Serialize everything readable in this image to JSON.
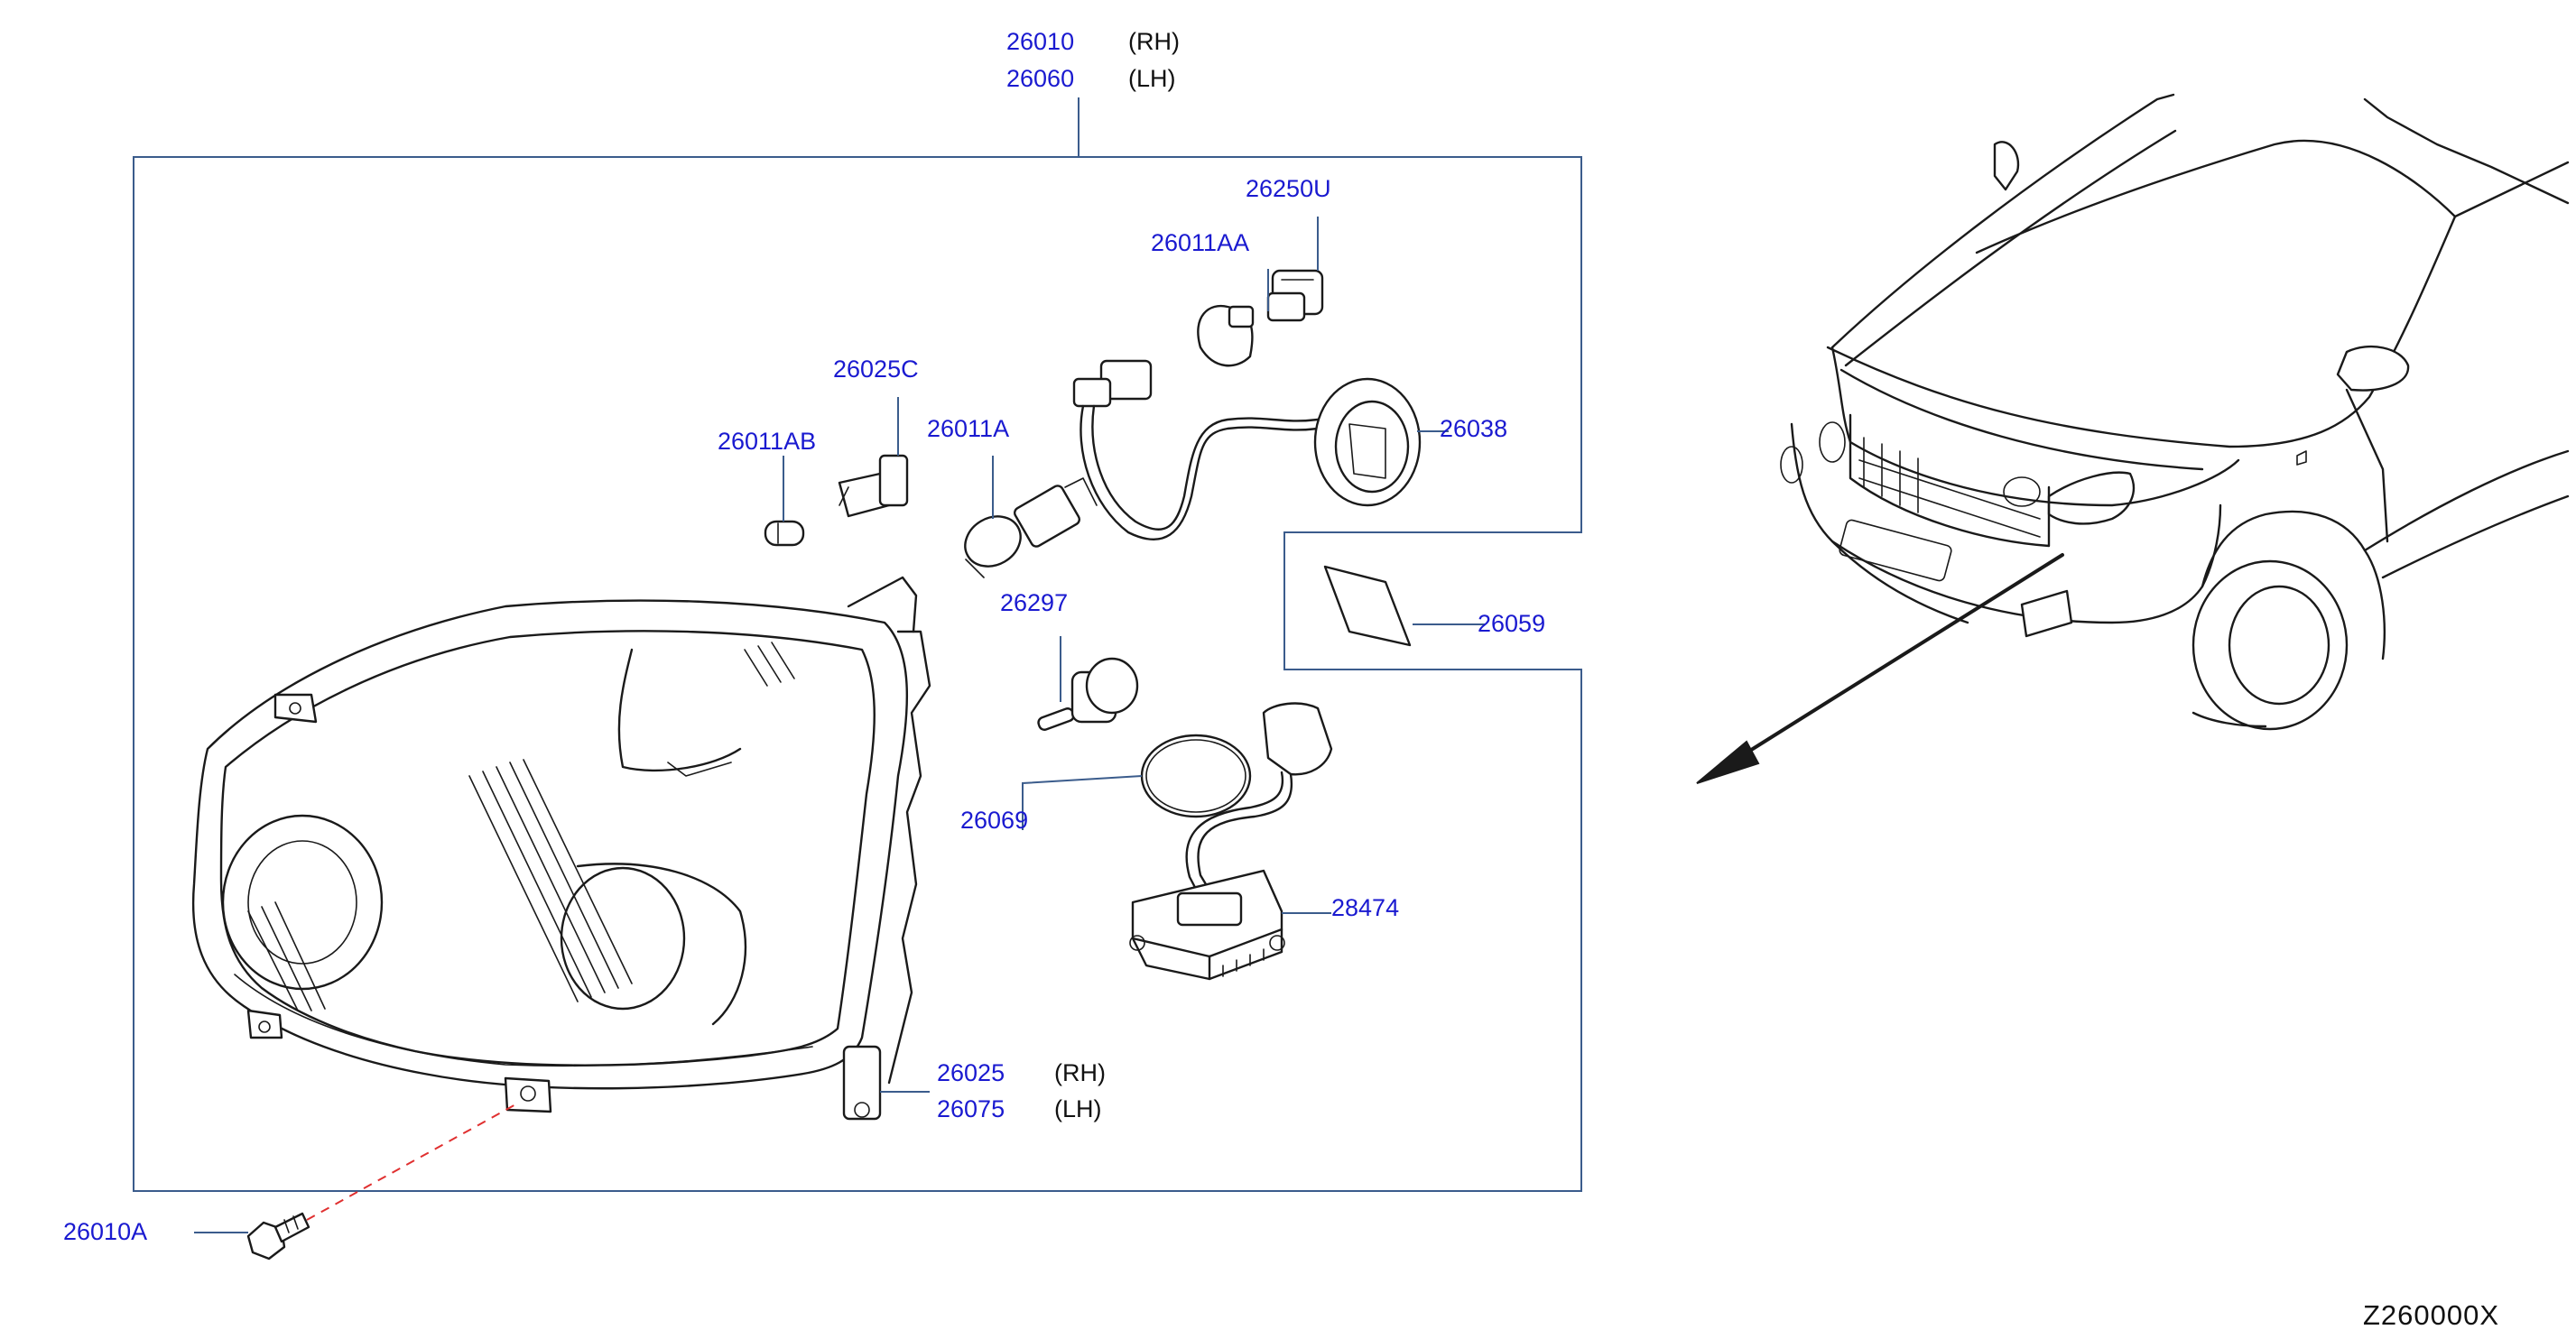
{
  "callouts": {
    "headlamp_assembly": {
      "rh_part": "26010",
      "rh_side": "(RH)",
      "lh_part": "26060",
      "lh_side": "(LH)"
    },
    "bulb_socket": "26250U",
    "side_bulb": "26011AA",
    "parking_socket": "26025C",
    "parking_bulb": "26011AB",
    "halogen_bulb": "26011A",
    "cap_harness": "26038",
    "label_sticker": "26059",
    "xenon_bulb": "26297",
    "o_ring": "26069",
    "ballast": "28474",
    "housing": {
      "rh_part": "26025",
      "rh_side": "(RH)",
      "lh_part": "26075",
      "lh_side": "(LH)"
    },
    "screw": "26010A"
  },
  "figure_code": "Z260000X",
  "colors": {
    "callout_text": "#1a1ad0",
    "frame_line": "#3b5c8c",
    "ink": "#1a1a1a",
    "dash_line": "#e03030"
  }
}
